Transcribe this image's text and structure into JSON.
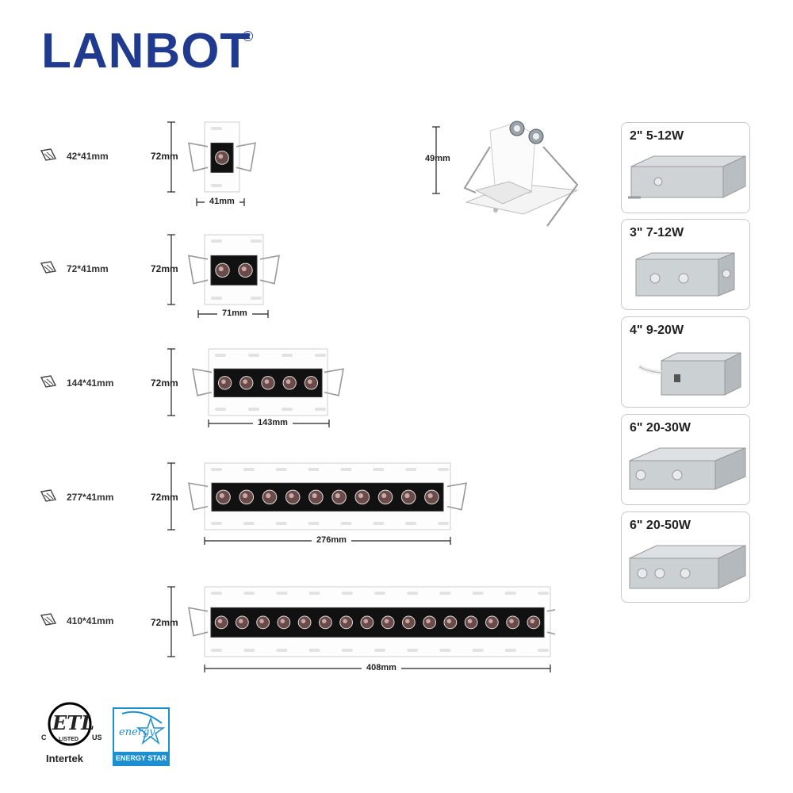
{
  "brand": {
    "name": "LANBOT",
    "registered": "®"
  },
  "rows": [
    {
      "cutout": "42*41mm",
      "height_label": "72mm",
      "width_label": "41mm",
      "leds": 1
    },
    {
      "cutout": "72*41mm",
      "height_label": "72mm",
      "width_label": "71mm",
      "leds": 2
    },
    {
      "cutout": "144*41mm",
      "height_label": "72mm",
      "width_label": "143mm",
      "leds": 5
    },
    {
      "cutout": "277*41mm",
      "height_label": "72mm",
      "width_label": "276mm",
      "leds": 10
    },
    {
      "cutout": "410*41mm",
      "height_label": "72mm",
      "width_label": "408mm",
      "leds": 16
    }
  ],
  "side_view": {
    "depth_label": "49mm"
  },
  "drivers": [
    {
      "label": "2\" 5-12W"
    },
    {
      "label": "3\" 7-12W"
    },
    {
      "label": "4\" 9-20W"
    },
    {
      "label": "6\" 20-30W"
    },
    {
      "label": "6\" 20-50W"
    }
  ],
  "certifications": {
    "etl": {
      "c": "C",
      "us": "US",
      "listed": "LISTED",
      "brand": "Intertek",
      "mark": "ETL"
    },
    "energy_star": {
      "label": "ENERGY STAR",
      "script": "energy"
    }
  },
  "colors": {
    "brand_blue": "#1f3a8f",
    "energy_blue": "#1b8fd0"
  }
}
